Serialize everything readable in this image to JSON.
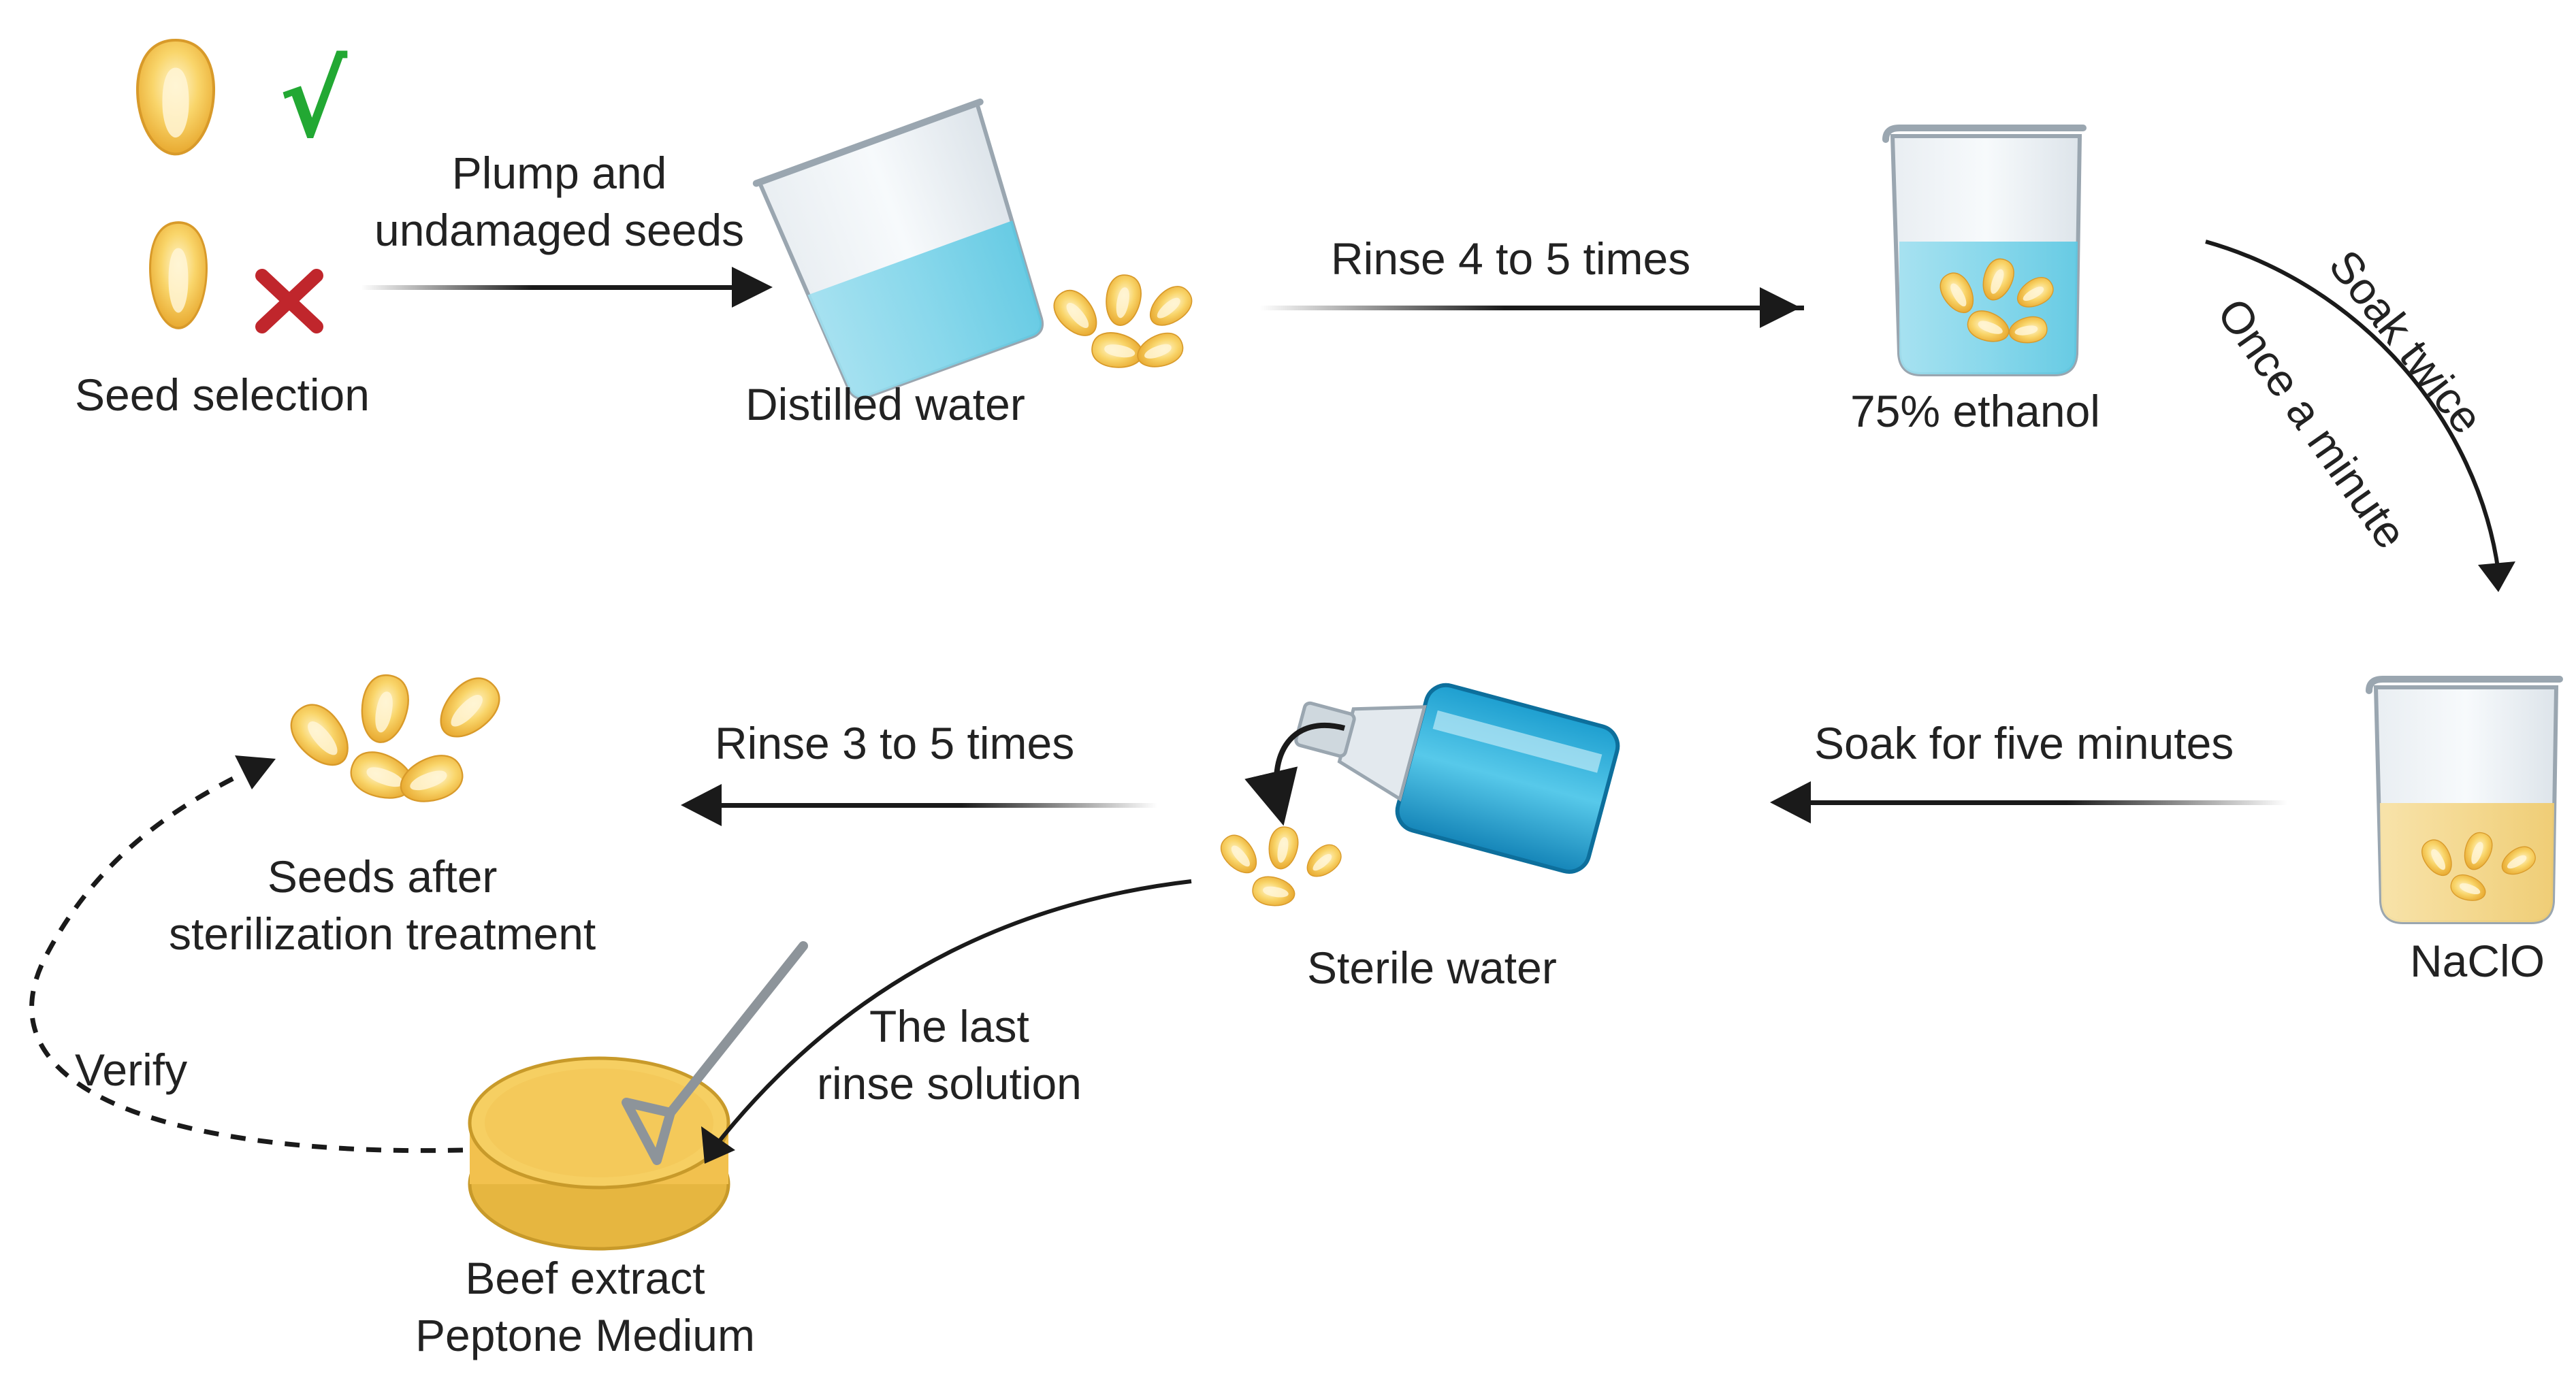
{
  "steps": {
    "seed_selection": "Seed selection",
    "distilled_water": "Distilled water",
    "ethanol": "75% ethanol",
    "naclo": "NaClO",
    "sterile_water": "Sterile water",
    "seeds_after": {
      "line1": "Seeds after",
      "line2": "sterilization treatment"
    },
    "medium": {
      "line1": "Beef extract",
      "line2": "Peptone Medium"
    }
  },
  "arrows": {
    "plump": {
      "line1": "Plump and",
      "line2": "undamaged seeds"
    },
    "rinse_4_5": "Rinse 4 to 5 times",
    "soak_twice": "Soak twice",
    "once_a_minute": "Once a minute",
    "soak_five": "Soak for five minutes",
    "rinse_3_5": "Rinse 3 to 5 times",
    "last_rinse": {
      "line1": "The last",
      "line2": "rinse solution"
    },
    "verify": "Verify"
  },
  "marks": {
    "check": "√",
    "cross": "✕"
  },
  "colors": {
    "seed": "#f5c542",
    "water_blue": "#4cc3e0",
    "naclo_yellow": "#f3d27a",
    "agar": "#f2c14e",
    "check_green": "#22a833",
    "cross_red": "#c0262c",
    "arrow": "#1a1a1a"
  }
}
